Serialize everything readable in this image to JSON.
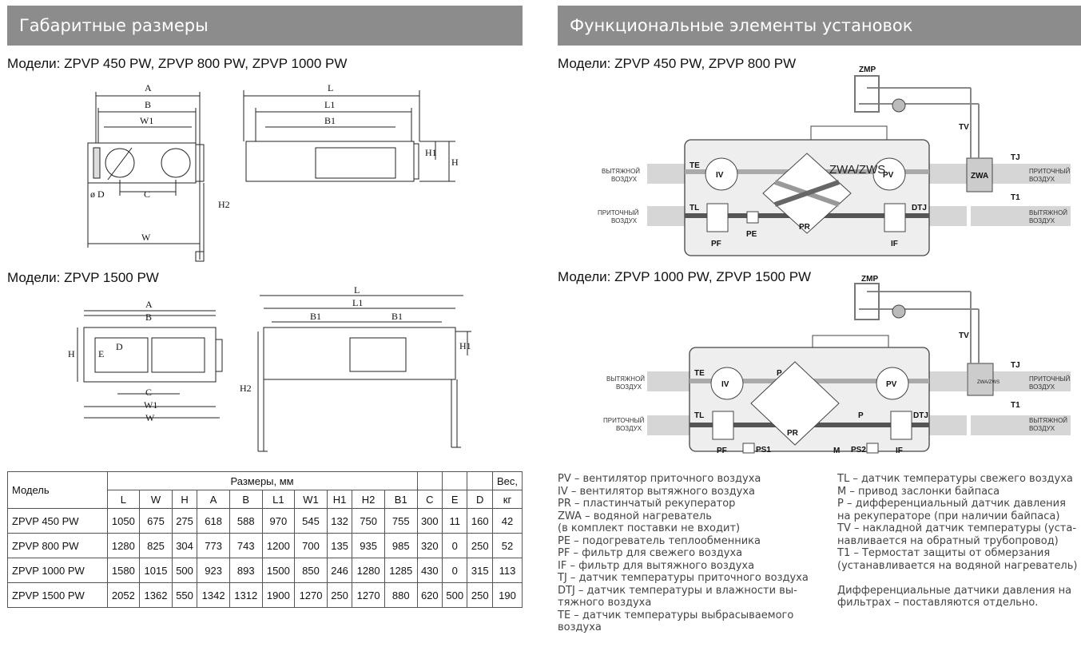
{
  "sections": {
    "dimensions_title": "Габаритные размеры",
    "functional_title": "Функциональные элементы установок"
  },
  "subtitles": {
    "dims_small": "Модели: ZPVP 450 PW, ZPVP 800 PW, ZPVP 1000 PW",
    "dims_large": "Модели: ZPVP 1500 PW",
    "func_small": "Модели: ZPVP 450 PW, ZPVP 800 PW",
    "func_large": "Модели: ZPVP 1000 PW, ZPVP 1500 PW"
  },
  "drawing_labels": {
    "A": "A",
    "B": "B",
    "W1": "W1",
    "C": "C",
    "D": "ø D",
    "E": "E",
    "D2": "D",
    "W": "W",
    "L": "L",
    "L1": "L1",
    "B1": "B1",
    "H1": "H1",
    "H": "H",
    "H2": "H2"
  },
  "schema1": {
    "zmp": "ZMP",
    "tv": "TV",
    "tj": "TJ",
    "t1": "T1",
    "te": "TE",
    "tl": "TL",
    "dtj": "DTJ",
    "iv": "IV",
    "pv": "PV",
    "pr": "PR",
    "pf": "PF",
    "pe": "PE",
    "if": "IF",
    "zwa": "ZWA",
    "zwa_zws": "ZWA/ZWS",
    "exhaust_l1": "ВЫТЯЖНОЙ",
    "exhaust_l2": "ВОЗДУХ",
    "supply_l1": "ПРИТОЧНЫЙ",
    "supply_l2": "ВОЗДУХ"
  },
  "schema2": {
    "zmp": "ZMP",
    "tv": "TV",
    "tj": "TJ",
    "t1": "T1",
    "te": "TE",
    "tl": "TL",
    "dtj": "DTJ",
    "iv": "IV",
    "pv": "PV",
    "pr": "PR",
    "pf": "PF",
    "if": "IF",
    "p": "P",
    "ps1": "PS1",
    "ps2": "PS2",
    "m": "M",
    "zwa_zws": "ZWA/ZWS",
    "exhaust_l1": "ВЫТЯЖНОЙ",
    "exhaust_l2": "ВОЗДУХ",
    "supply_l1": "ПРИТОЧНЫЙ",
    "supply_l2": "ВОЗДУХ"
  },
  "table": {
    "model_header": "Модель",
    "dims_header": "Размеры, мм",
    "weight_header_l1": "Вес,",
    "weight_header_l2": "кг",
    "columns": [
      "L",
      "W",
      "H",
      "A",
      "B",
      "L1",
      "W1",
      "H1",
      "H2",
      "B1",
      "C",
      "E",
      "D"
    ],
    "rows": [
      {
        "model": "ZPVP 450 PW",
        "values": [
          "1050",
          "675",
          "275",
          "618",
          "588",
          "970",
          "545",
          "132",
          "750",
          "755",
          "300",
          "11",
          "160"
        ],
        "weight": "42"
      },
      {
        "model": "ZPVP 800 PW",
        "values": [
          "1280",
          "825",
          "304",
          "773",
          "743",
          "1200",
          "700",
          "135",
          "935",
          "985",
          "320",
          "0",
          "250"
        ],
        "weight": "52"
      },
      {
        "model": "ZPVP 1000 PW",
        "values": [
          "1580",
          "1015",
          "500",
          "923",
          "893",
          "1500",
          "850",
          "246",
          "1280",
          "1285",
          "430",
          "0",
          "315"
        ],
        "weight": "113"
      },
      {
        "model": "ZPVP 1500 PW",
        "values": [
          "2052",
          "1362",
          "550",
          "1342",
          "1312",
          "1900",
          "1270",
          "250",
          "1270",
          "880",
          "620",
          "500",
          "250"
        ],
        "weight": "190"
      }
    ]
  },
  "legend_left": [
    "PV – вентилятор приточного воздуха",
    "IV – вентилятор вытяжного воздуха",
    "PR – пластинчатый рекуператор",
    "ZWA – водяной нагреватель",
    "(в комплект поставки не входит)",
    "PE – подогреватель теплообменника",
    "PF – фильтр для свежего воздуха",
    "IF – фильтр для вытяжного воздуха",
    "TJ – датчик температуры приточного воздуха",
    "DTJ – датчик температуры и влажности вы-",
    "тяжного воздуха",
    "TE – датчик температуры выбрасываемого",
    "воздуха"
  ],
  "legend_right": [
    "TL – датчик температуры свежего воздуха",
    "M – привод заслонки байпаса",
    "P – дифференциальный датчик давления",
    "на рекуператоре (при наличии байпаса)",
    "TV – накладной датчик температуры (уста-",
    "навливается на обратный трубопровод)",
    "T1 – Термостат защиты от обмерзания",
    "(устанавливается на водяной нагреватель)",
    "",
    "Дифференциальные датчики давления на",
    "фильтрах – поставляются отдельно."
  ]
}
